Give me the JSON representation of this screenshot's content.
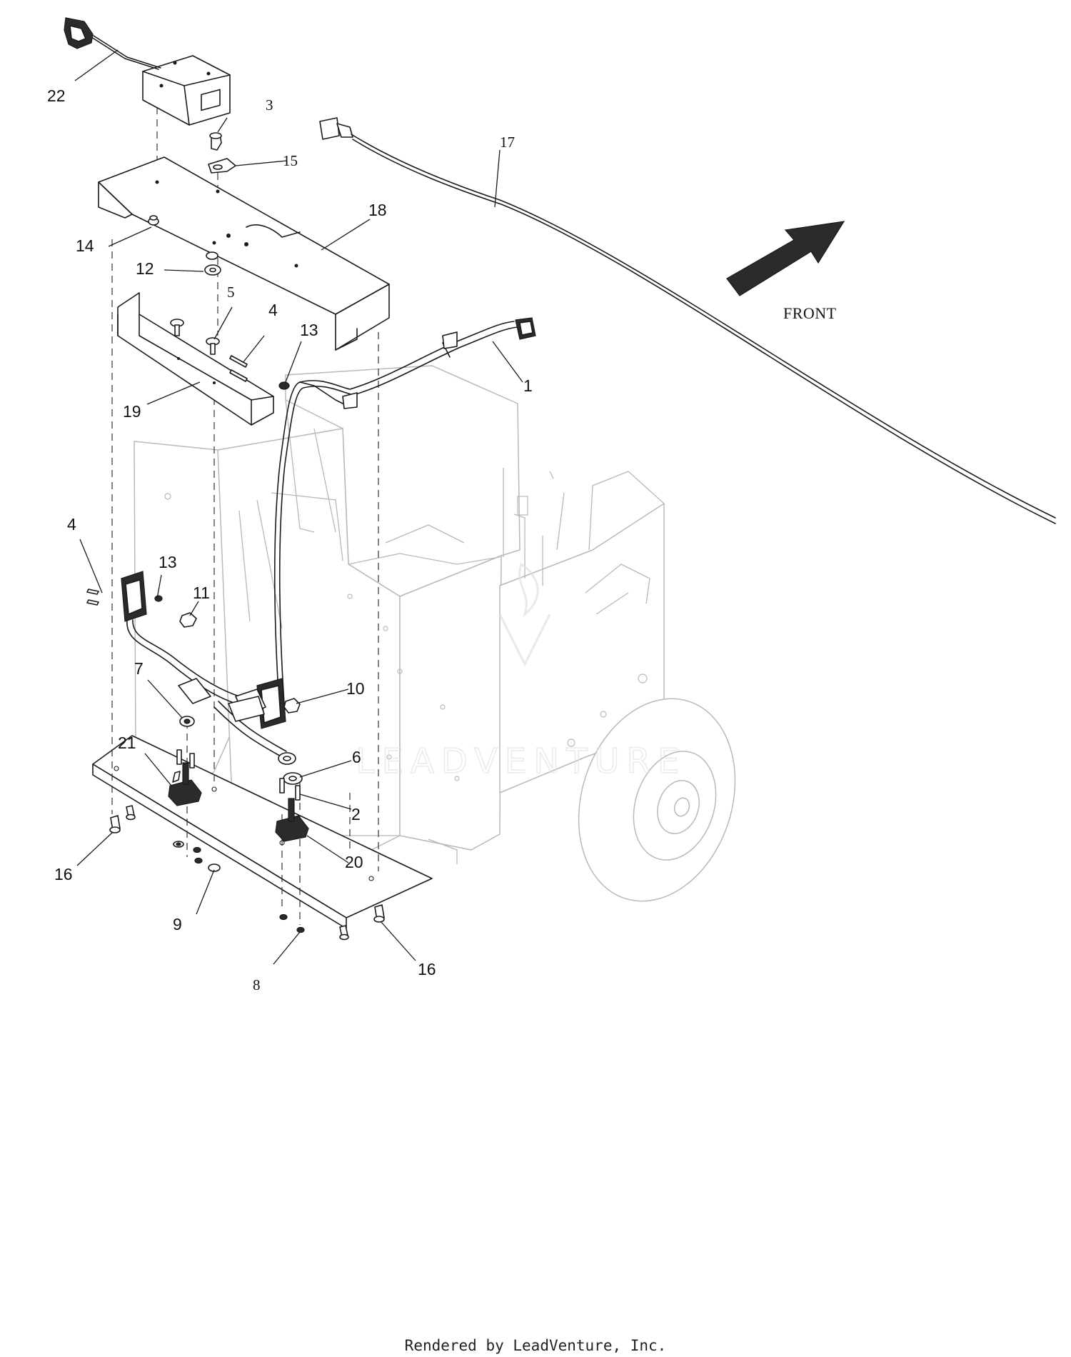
{
  "diagram": {
    "front_label": "FRONT",
    "watermark": "LEADVENTURE",
    "callouts": [
      {
        "id": "c1",
        "label": "1"
      },
      {
        "id": "c2",
        "label": "2"
      },
      {
        "id": "c3",
        "label": "3"
      },
      {
        "id": "c4a",
        "label": "4"
      },
      {
        "id": "c4b",
        "label": "4"
      },
      {
        "id": "c5",
        "label": "5"
      },
      {
        "id": "c6",
        "label": "6"
      },
      {
        "id": "c7",
        "label": "7"
      },
      {
        "id": "c8",
        "label": "8"
      },
      {
        "id": "c9",
        "label": "9"
      },
      {
        "id": "c10",
        "label": "10"
      },
      {
        "id": "c11",
        "label": "11"
      },
      {
        "id": "c12",
        "label": "12"
      },
      {
        "id": "c13a",
        "label": "13"
      },
      {
        "id": "c13b",
        "label": "13"
      },
      {
        "id": "c14",
        "label": "14"
      },
      {
        "id": "c15",
        "label": "15"
      },
      {
        "id": "c16a",
        "label": "16"
      },
      {
        "id": "c16b",
        "label": "16"
      },
      {
        "id": "c17",
        "label": "17"
      },
      {
        "id": "c18",
        "label": "18"
      },
      {
        "id": "c19",
        "label": "19"
      },
      {
        "id": "c20",
        "label": "20"
      },
      {
        "id": "c21",
        "label": "21"
      },
      {
        "id": "c22",
        "label": "22"
      }
    ]
  },
  "footer": {
    "credit": "Rendered by LeadVenture, Inc."
  }
}
